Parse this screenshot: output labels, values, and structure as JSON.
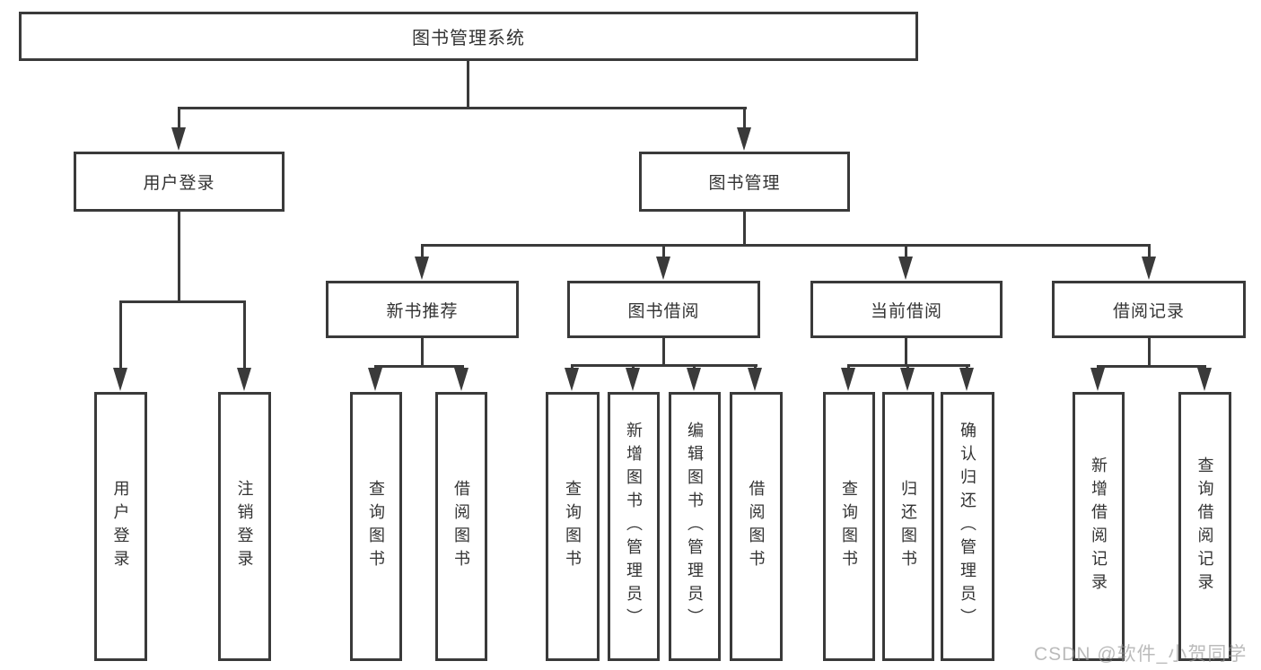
{
  "diagram": {
    "root_label": "图书管理系统",
    "branches": [
      {
        "label": "用户登录",
        "leaves": [
          {
            "label": "用户登录"
          },
          {
            "label": "注销登录"
          }
        ]
      },
      {
        "label": "图书管理",
        "groups": [
          {
            "label": "新书推荐",
            "leaves": [
              {
                "label": "查询图书"
              },
              {
                "label": "借阅图书"
              }
            ]
          },
          {
            "label": "图书借阅",
            "leaves": [
              {
                "label": "查询图书"
              },
              {
                "label": "新增图书（管理员）"
              },
              {
                "label": "编辑图书（管理员）"
              },
              {
                "label": "借阅图书"
              }
            ]
          },
          {
            "label": "当前借阅",
            "leaves": [
              {
                "label": "查询图书"
              },
              {
                "label": "归还图书"
              },
              {
                "label": "确认归还（管理员）"
              }
            ]
          },
          {
            "label": "借阅记录",
            "leaves": [
              {
                "label": "新增借阅记录"
              },
              {
                "label": "查询借阅记录"
              }
            ]
          }
        ]
      }
    ]
  },
  "watermark": {
    "text": "CSDN @软件_小贺同学"
  },
  "colors": {
    "line": "#3a3a3a",
    "text": "#333333",
    "watermark": "#9a9a9a",
    "background": "#ffffff"
  }
}
